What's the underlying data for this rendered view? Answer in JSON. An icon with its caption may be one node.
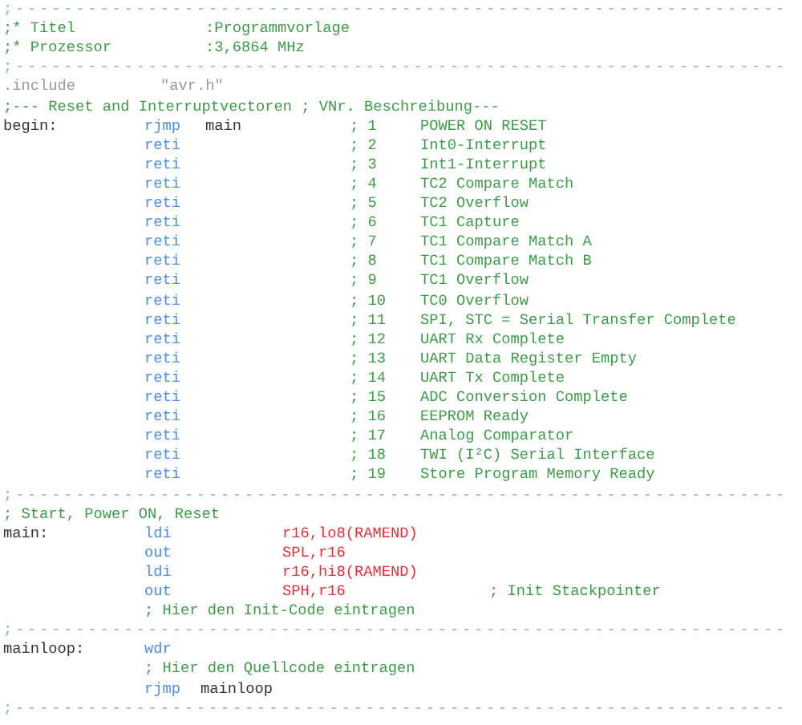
{
  "diagram": {
    "labels": [
      ";----------------------------------------------------------------",
      ";* Titel",
      ":Programmvorlage",
      ";* Prozessor",
      ":3,6864 MHz",
      ";----------------------------------------------------------------",
      ".include",
      "\"avr.h\"",
      ";--- Reset and Interruptvectoren ; VNr. Beschreibung---",
      "begin:",
      "rjmp",
      "main",
      "; 1",
      "POWER ON RESET",
      "reti",
      "; 2",
      "Int0-Interrupt",
      "reti",
      "; 3",
      "Int1-Interrupt",
      "reti",
      "; 4",
      "TC2 Compare Match",
      "reti",
      "; 5",
      "TC2 Overflow",
      "reti",
      "; 6",
      "TC1 Capture",
      "reti",
      "; 7",
      "TC1 Compare Match A",
      "reti",
      "; 8",
      "TC1 Compare Match B",
      "reti",
      "; 9",
      "TC1 Overflow",
      "reti",
      "; 10",
      "TC0 Overflow",
      "reti",
      "; 11",
      "SPI, STC = Serial Transfer Complete",
      "reti",
      "; 12",
      "UART Rx Complete",
      "reti",
      "; 13",
      "UART Data Register Empty",
      "reti",
      "; 14",
      "UART Tx Complete",
      "reti",
      "; 15",
      "ADC Conversion Complete",
      "reti",
      "; 16",
      "EEPROM Ready",
      "reti",
      "; 17",
      "Analog Comparator",
      "reti",
      "; 18",
      "TWI (I²C) Serial Interface",
      "reti",
      "; 19",
      "Store Program Memory Ready",
      ";----------------------------------------------------------------",
      "; Start, Power ON, Reset",
      "main:",
      "ldi",
      "r16,lo8(RAMEND)",
      "out",
      "SPL,r16",
      "ldi",
      "r16,hi8(RAMEND)",
      "out",
      "SPH,r16",
      "; Init Stackpointer",
      "; Hier den Init-Code eintragen",
      ";----------------------------------------------------------------",
      "mainloop:",
      "wdr",
      "; Hier den Quellcode eintragen",
      "rjmp",
      "mainloop",
      ";----------------------------------------------------------------"
    ]
  }
}
